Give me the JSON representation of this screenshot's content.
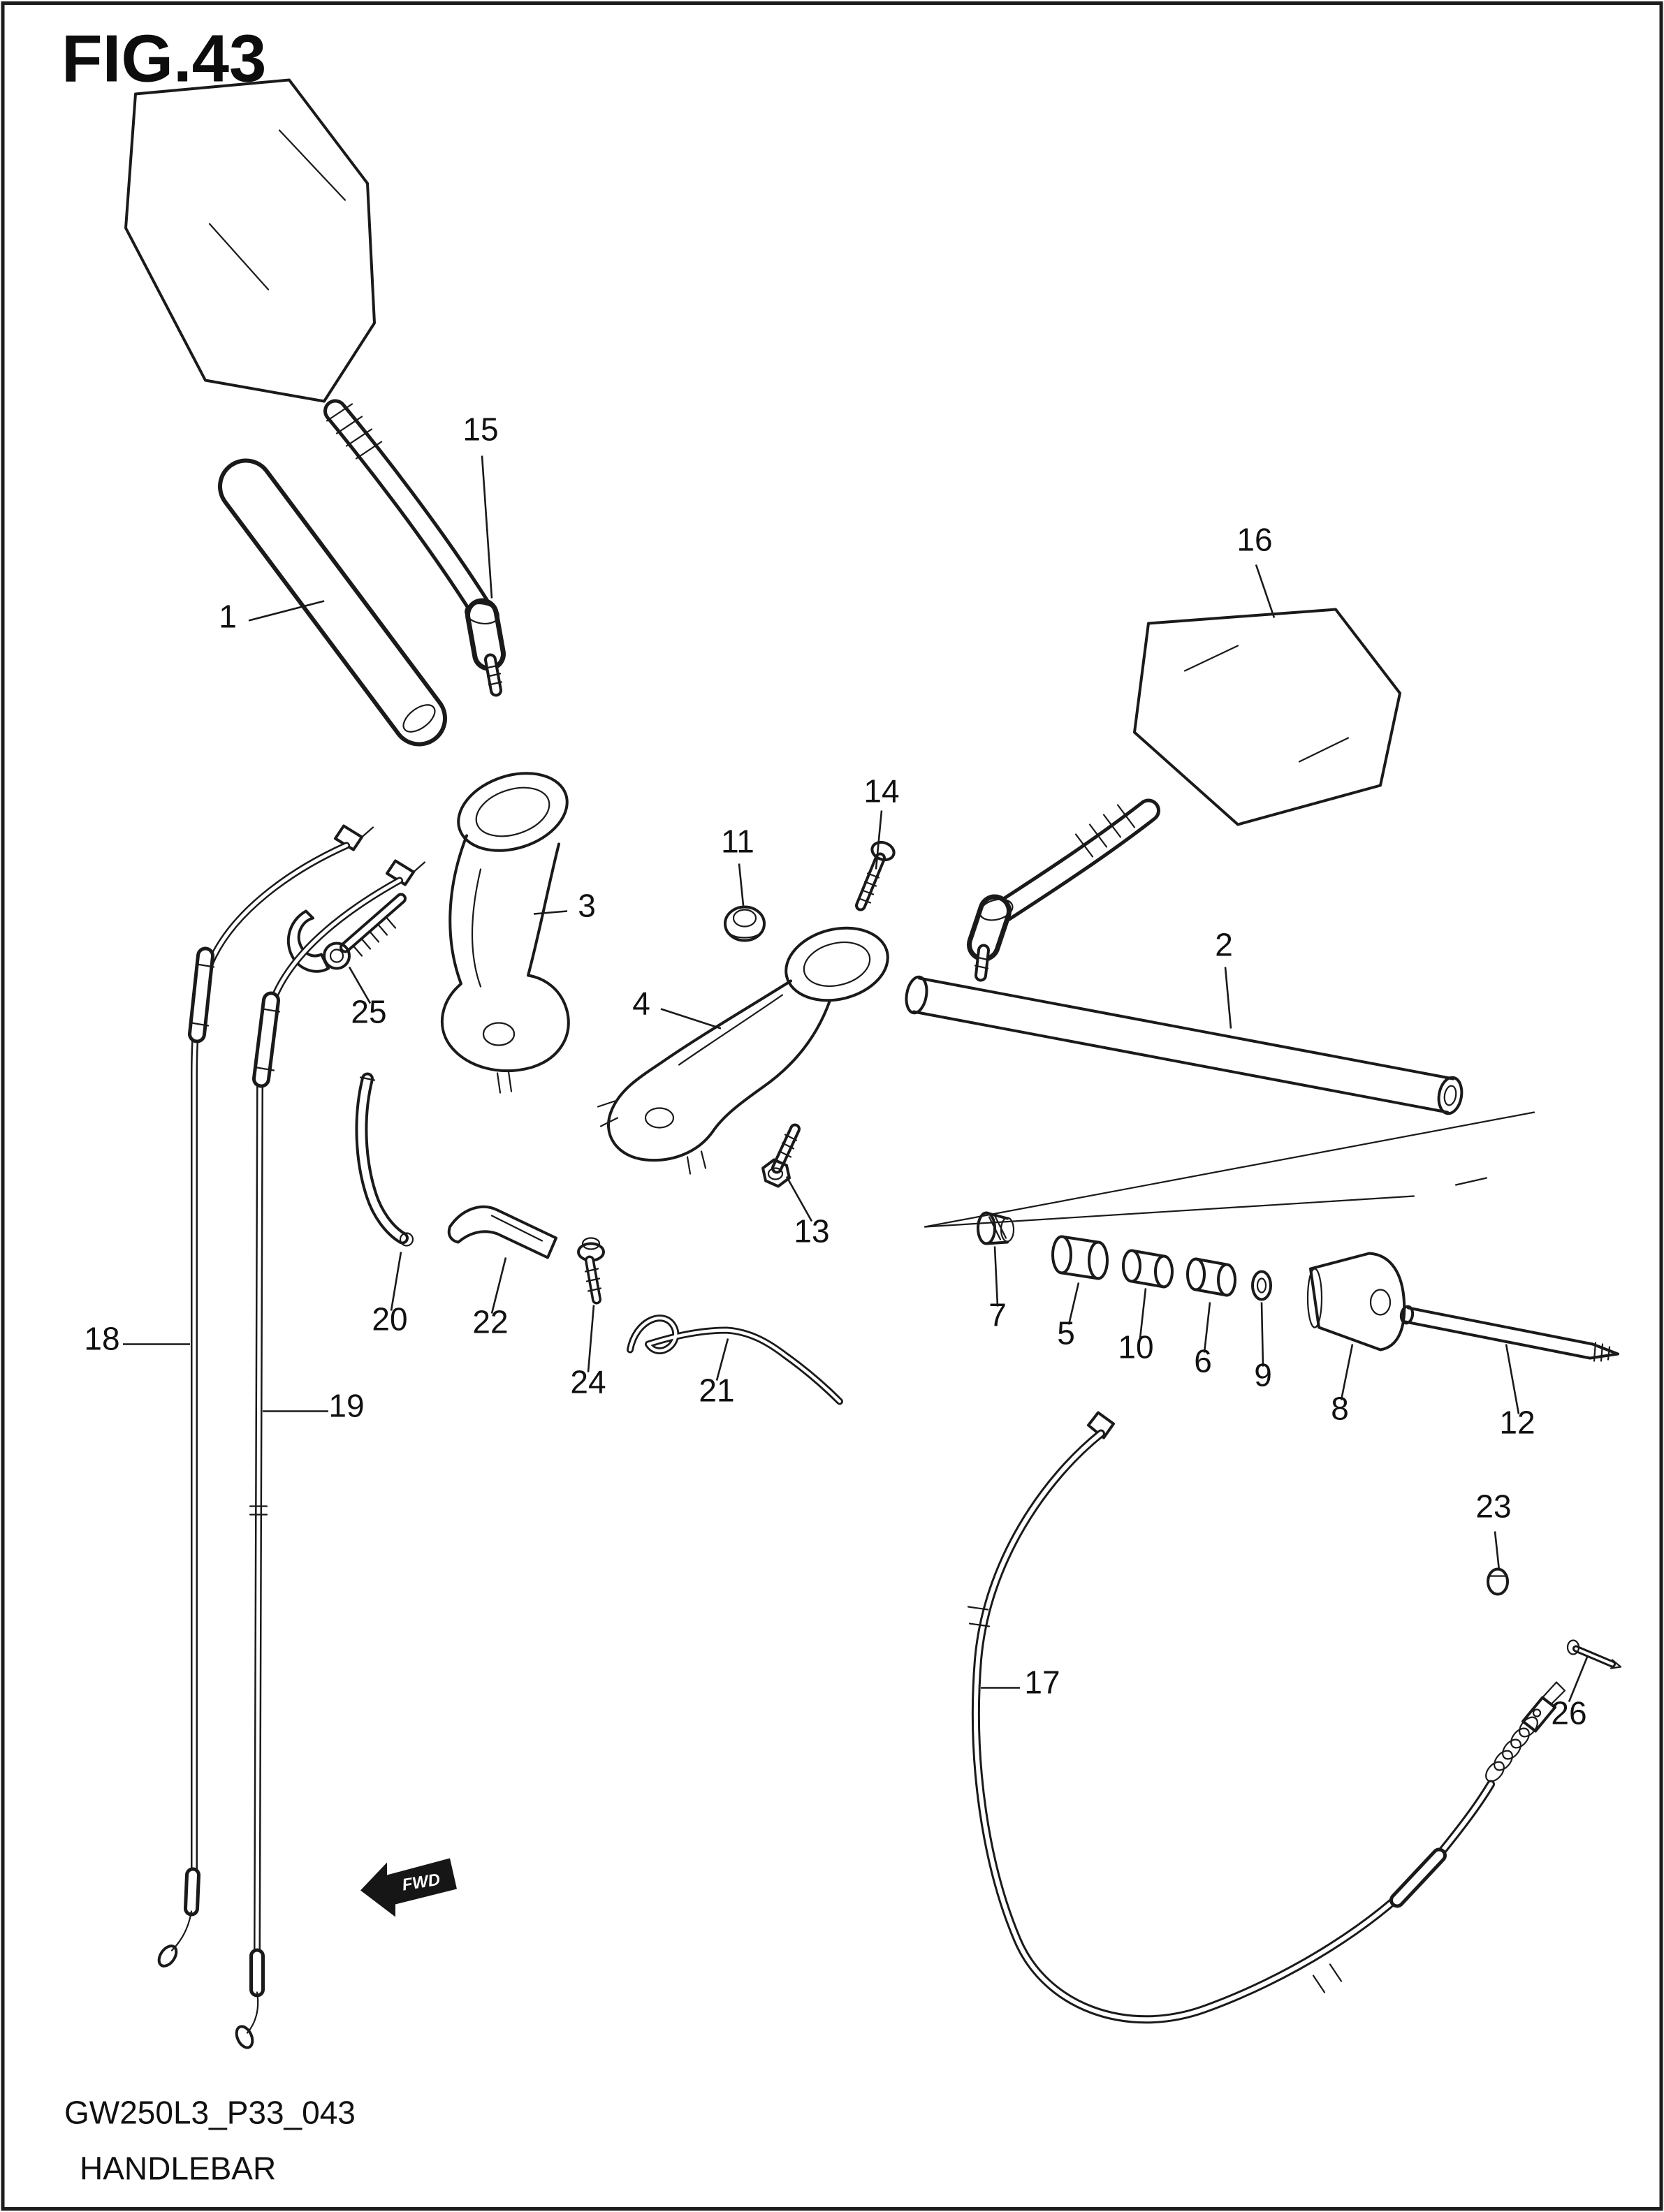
{
  "figure": {
    "title": "FIG.43",
    "doc_code": "GW250L3_P33_043",
    "doc_name": "HANDLEBAR",
    "fwd": "FWD"
  },
  "colors": {
    "ink": "#1a1a1a",
    "paper": "#ffffff"
  },
  "callouts": [
    "1",
    "2",
    "3",
    "4",
    "5",
    "6",
    "7",
    "8",
    "9",
    "10",
    "11",
    "12",
    "13",
    "14",
    "15",
    "16",
    "17",
    "18",
    "19",
    "20",
    "21",
    "22",
    "23",
    "24",
    "25",
    "26"
  ]
}
